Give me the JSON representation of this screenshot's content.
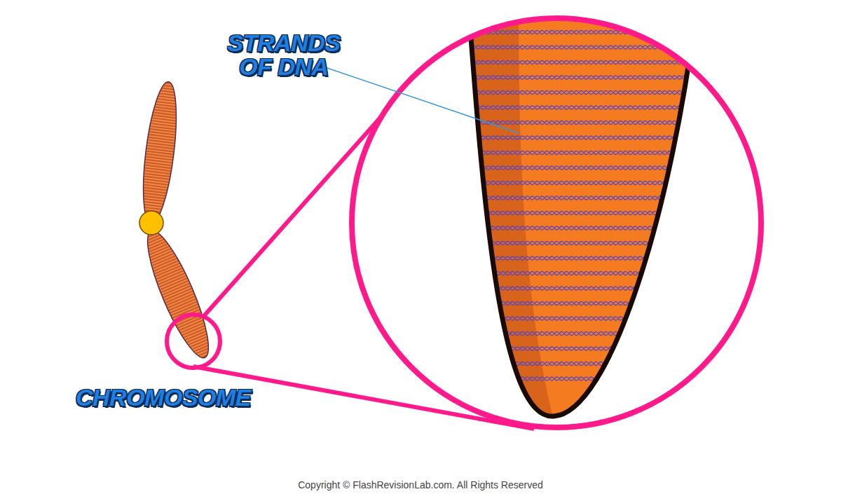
{
  "diagram": {
    "labels": [
      "STRANDS OF DNA",
      "CHROMOSOME",
      "Copyright © FlashRevisionLab.com. All Rights Reserved"
    ]
  }
}
